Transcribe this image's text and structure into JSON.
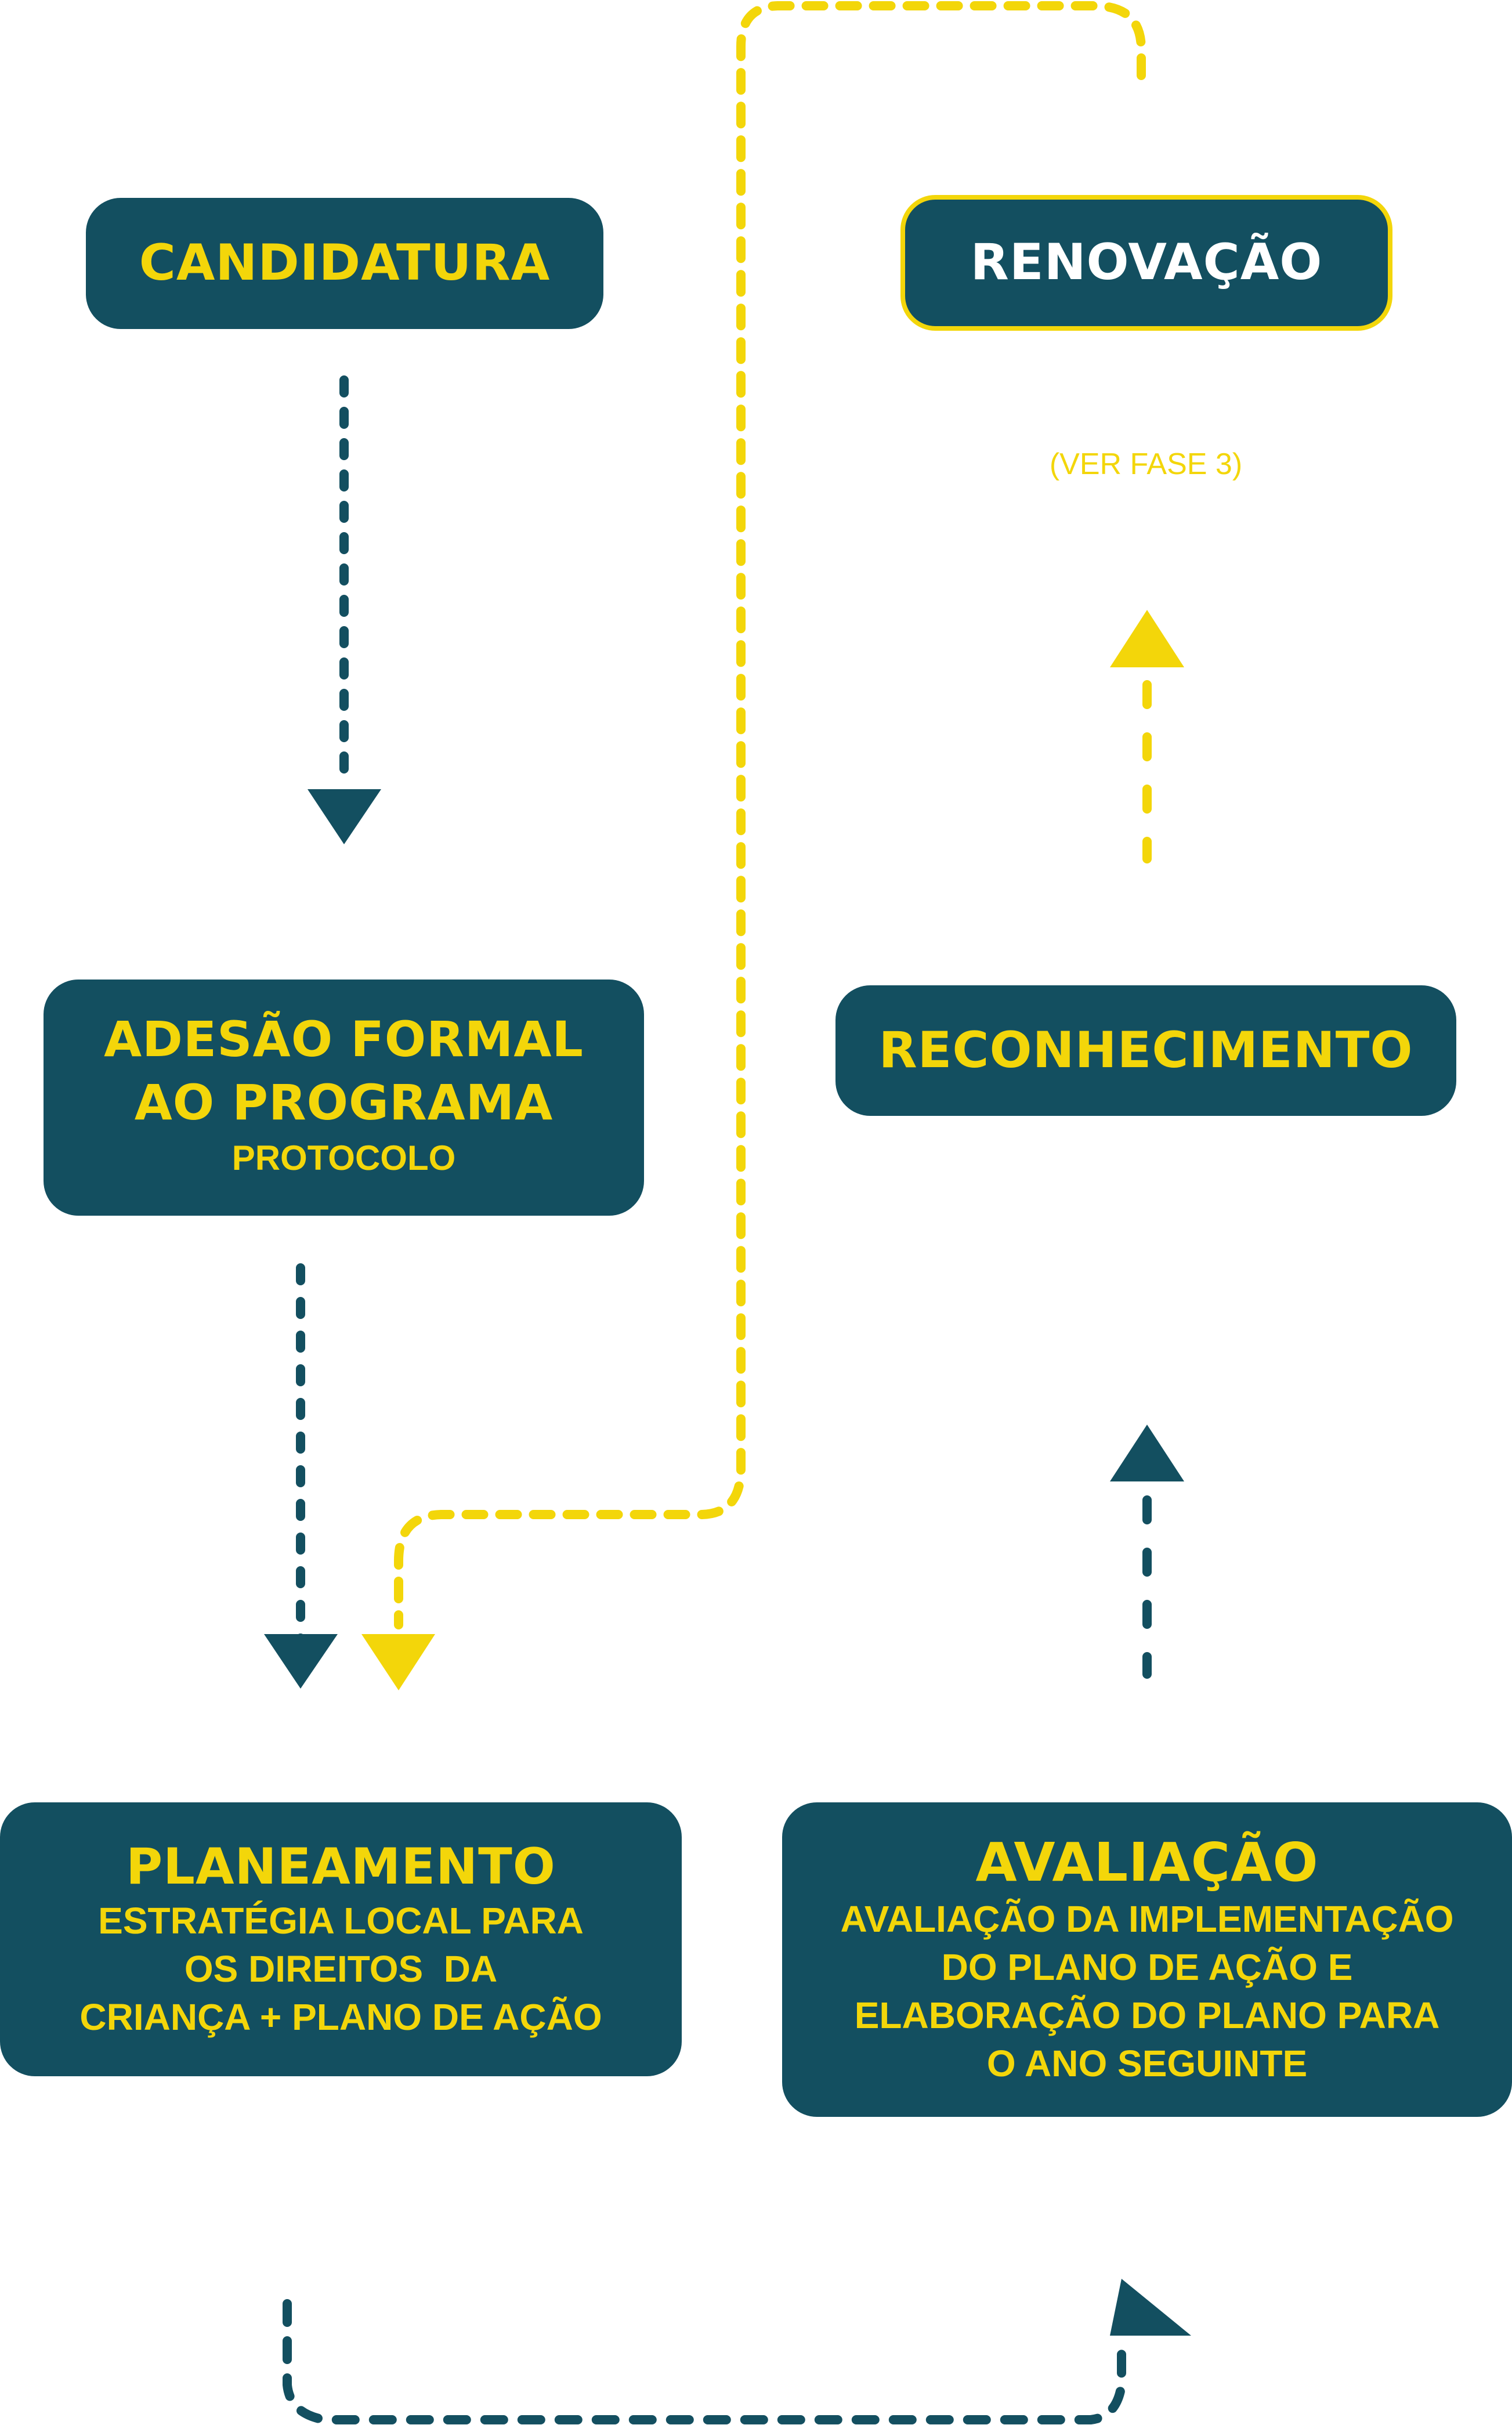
{
  "colors": {
    "box_fill": "#134f60",
    "accent_yellow": "#f3d60a",
    "white": "#ffffff",
    "background": "#ffffff"
  },
  "nodes": {
    "candidatura": {
      "title": "CANDIDATURA"
    },
    "renovacao": {
      "title": "RENOVAÇÃO",
      "note": "(VER FASE 3)"
    },
    "adesao": {
      "title_lines": [
        "ADESÃO FORMAL",
        "AO PROGRAMA"
      ],
      "subtitle": "PROTOCOLO"
    },
    "reconhecimento": {
      "title": "RECONHECIMENTO"
    },
    "planeamento": {
      "title": "PLANEAMENTO",
      "subtitle_lines": [
        "ESTRATÉGIA LOCAL PARA",
        "OS DIREITOS  DA",
        "CRIANÇA + PLANO DE AÇÃO"
      ]
    },
    "avaliacao": {
      "title": "AVALIAÇÃO",
      "subtitle_lines": [
        "AVALIAÇÃO DA IMPLEMENTAÇÃO",
        "DO PLANO DE AÇÃO E",
        "ELABORAÇÃO DO PLANO PARA",
        "O ANO SEGUINTE"
      ]
    }
  },
  "edges": [
    {
      "from": "candidatura",
      "to": "adesao",
      "style": "dashed",
      "color": "blue"
    },
    {
      "from": "adesao",
      "to": "planeamento",
      "style": "dashed",
      "color": "blue"
    },
    {
      "from": "planeamento",
      "to": "avaliacao",
      "style": "dashed",
      "color": "blue"
    },
    {
      "from": "avaliacao",
      "to": "reconhecimento",
      "style": "dashed",
      "color": "blue"
    },
    {
      "from": "reconhecimento",
      "to": "renovacao",
      "style": "dashed",
      "color": "yellow"
    },
    {
      "from": "renovacao",
      "to": "planeamento",
      "style": "dashed",
      "color": "yellow"
    }
  ]
}
